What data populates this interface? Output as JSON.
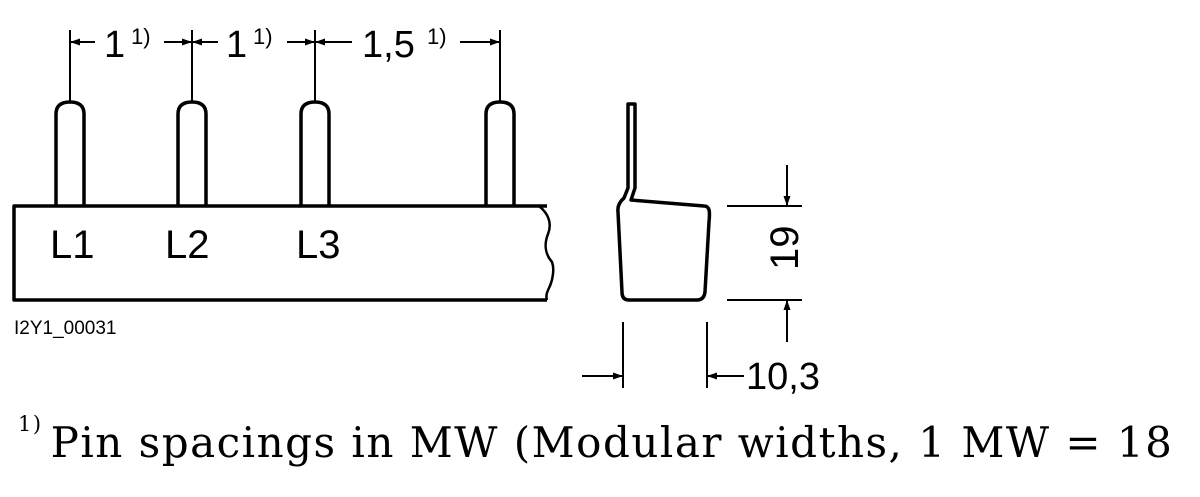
{
  "dimensions": {
    "spacing_1": "1",
    "spacing_2": "1",
    "spacing_3": "1,5",
    "footnote_mark": "1)",
    "height": "19",
    "width": "10,3"
  },
  "phase_labels": [
    "L1",
    "L2",
    "L3"
  ],
  "drawing_code": "I2Y1_00031",
  "footnote": {
    "mark": "1)",
    "text": "Pin spacings in MW (Modular widths, 1 MW = 18"
  },
  "colors": {
    "line": "#000000",
    "background": "#ffffff"
  }
}
